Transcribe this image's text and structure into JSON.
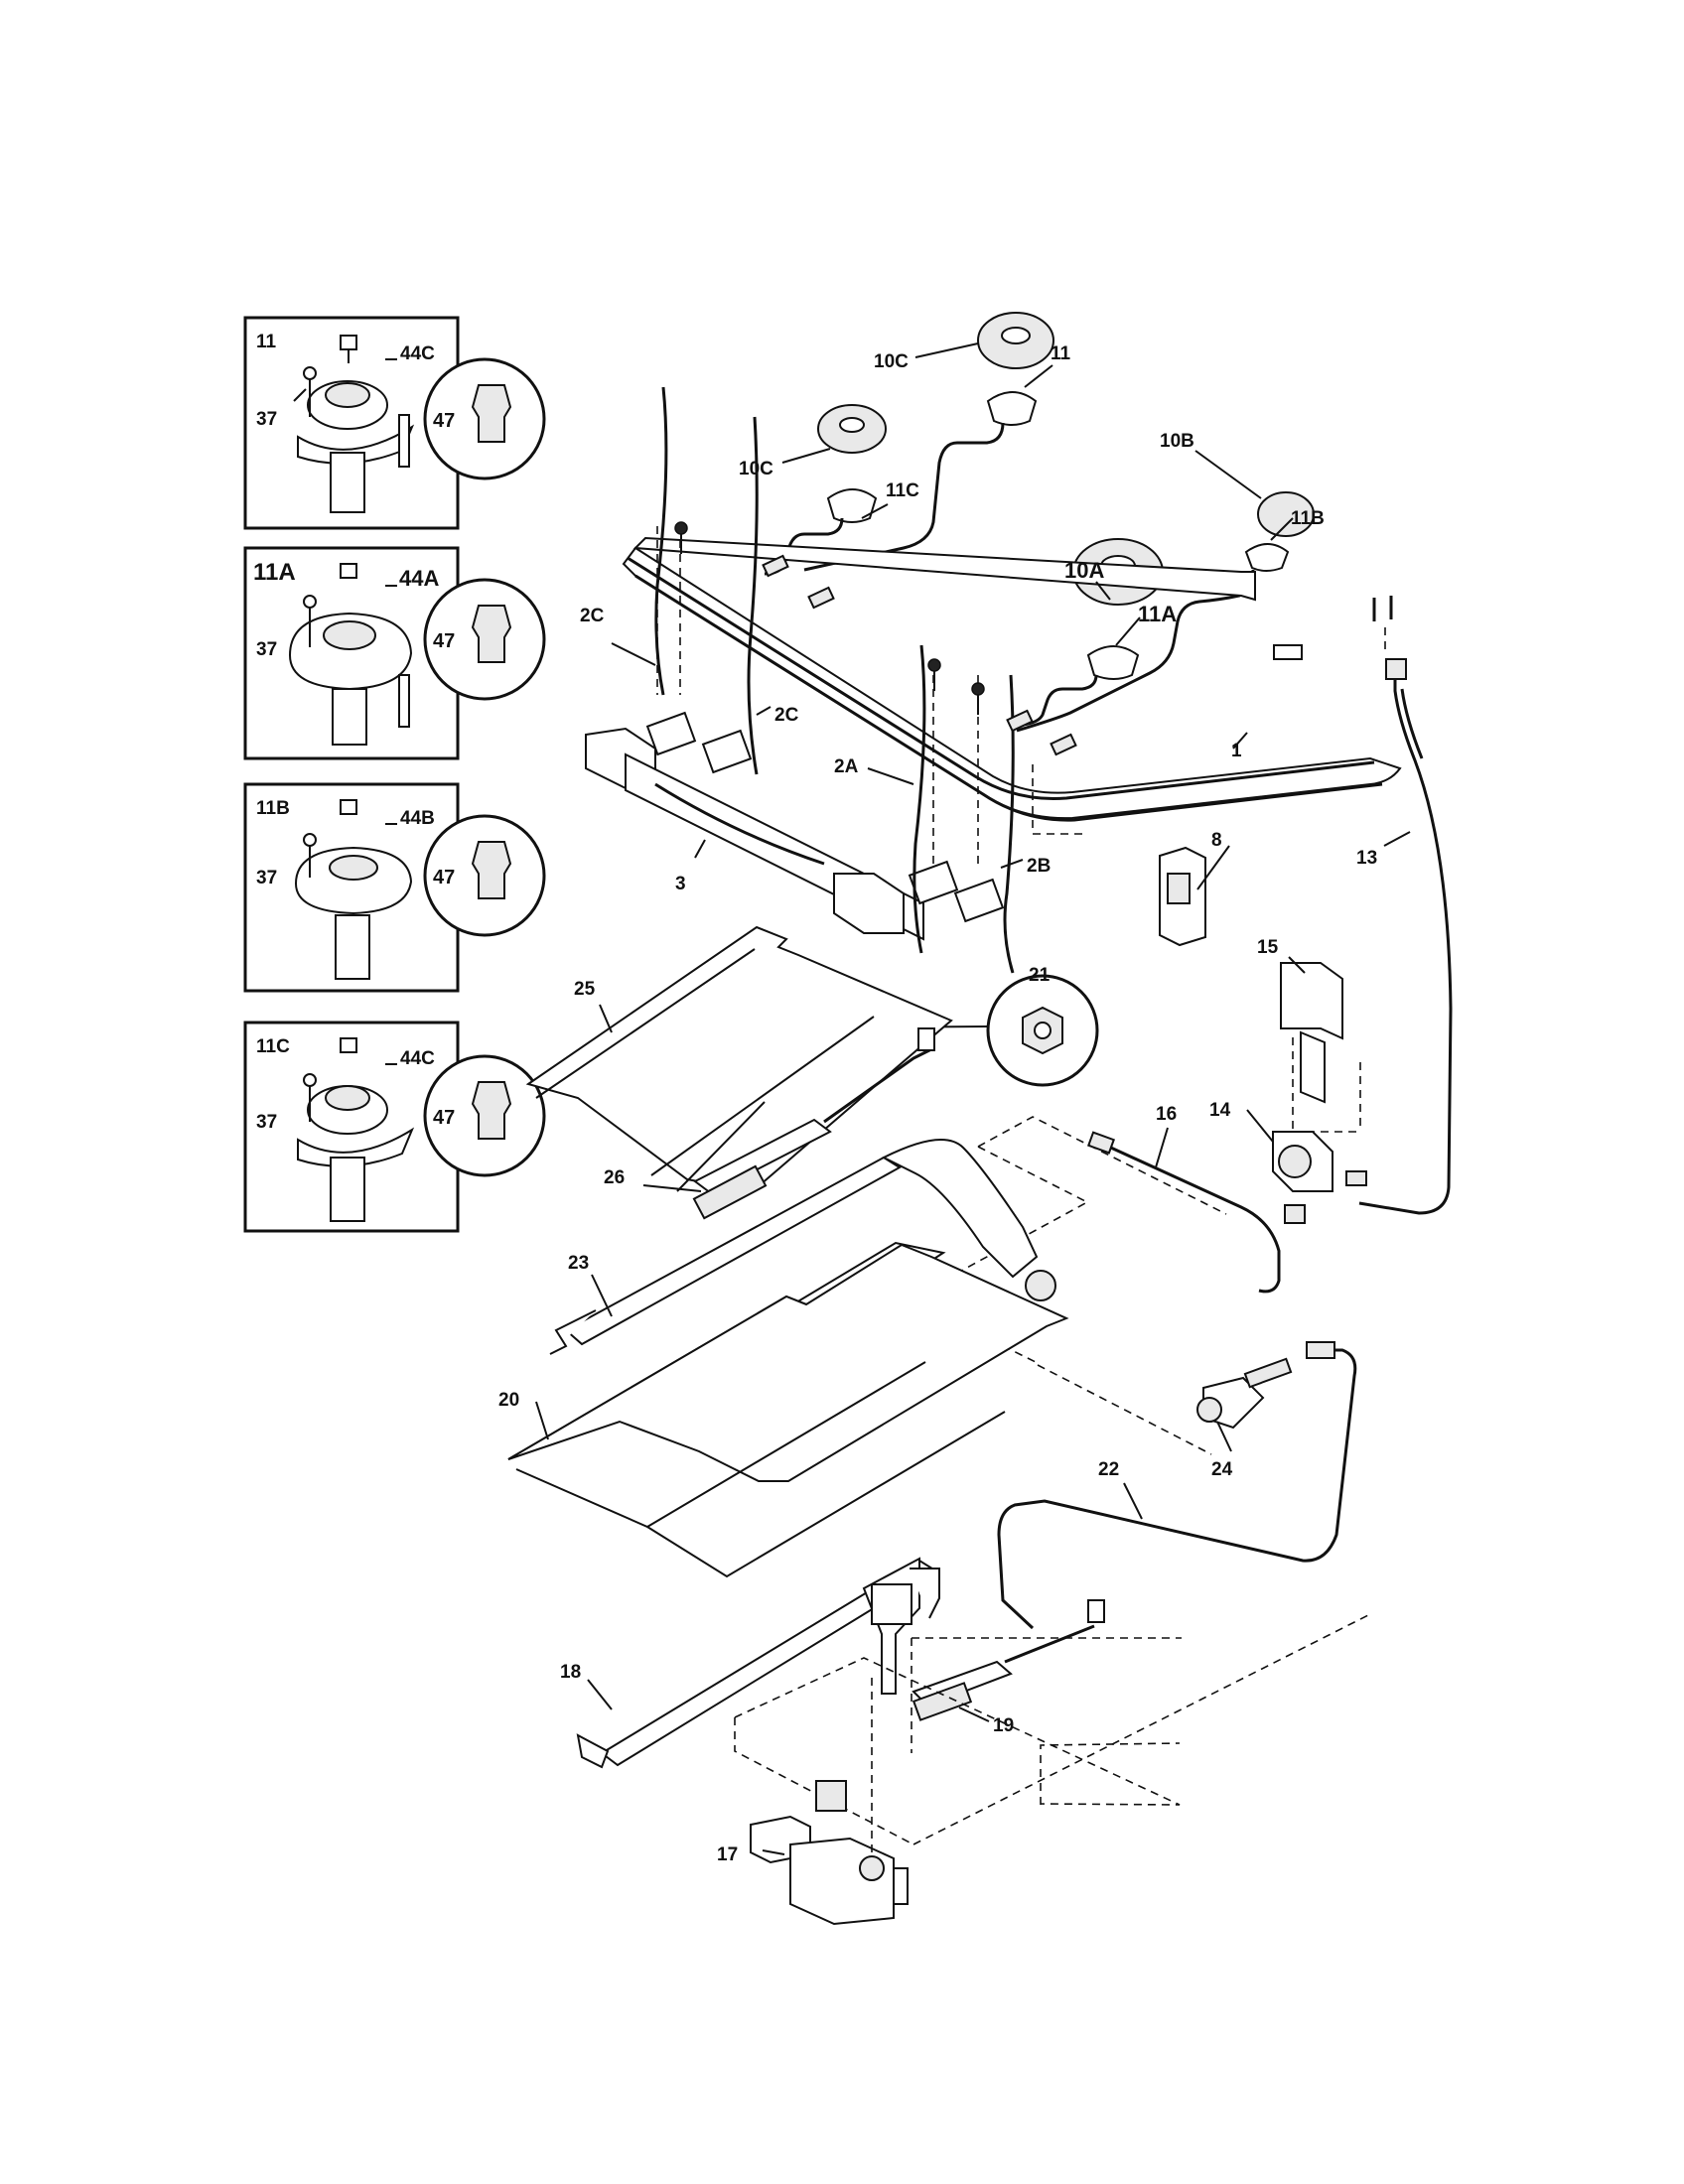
{
  "insets": [
    {
      "id": "11",
      "labels": [
        "11",
        "44C",
        "37",
        "47"
      ]
    },
    {
      "id": "11A",
      "labels": [
        "11A",
        "44A",
        "37",
        "47"
      ]
    },
    {
      "id": "11B",
      "labels": [
        "11B",
        "44B",
        "37",
        "47"
      ]
    },
    {
      "id": "11C",
      "labels": [
        "11C",
        "44C",
        "37",
        "47"
      ]
    }
  ],
  "callouts": {
    "c10C_top": "10C",
    "c11_top": "11",
    "c10C_left": "10C",
    "c11C": "11C",
    "c10B": "10B",
    "c11B": "11B",
    "c10A": "10A",
    "c11A": "11A",
    "c2C_left": "2C",
    "c2C_right": "2C",
    "c2A": "2A",
    "c2B": "2B",
    "c1": "1",
    "c3": "3",
    "c8": "8",
    "c13": "13",
    "c15": "15",
    "c14": "14",
    "c16": "16",
    "c21": "21",
    "c25": "25",
    "c26": "26",
    "c23": "23",
    "c20": "20",
    "c24": "24",
    "c22": "22",
    "c18": "18",
    "c19": "19",
    "c17": "17"
  }
}
